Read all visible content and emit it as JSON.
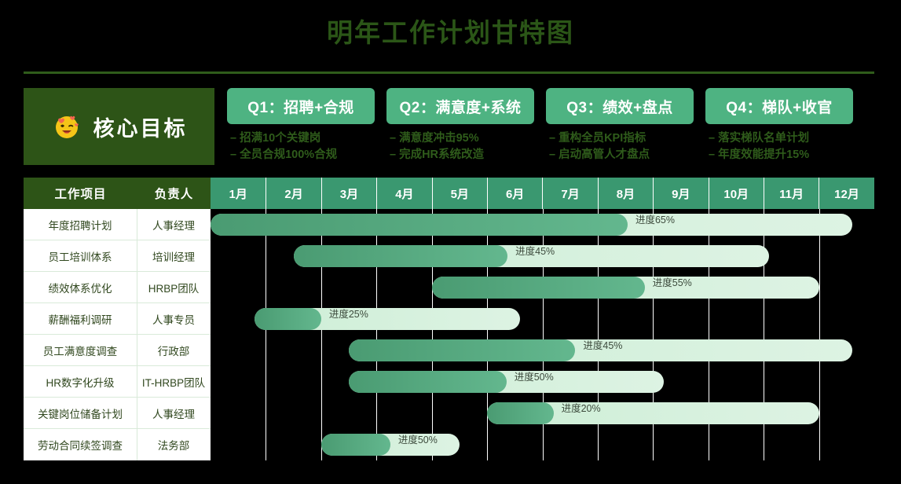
{
  "header": {
    "title": "明年工作计划甘特图"
  },
  "core": {
    "emoji_name": "smiling-face-with-hearts-emoji",
    "label": "核心目标",
    "bg_color": "#2d5417"
  },
  "quarters": [
    {
      "id": "q1",
      "heading": "Q1：招聘+合规",
      "bullets": [
        "招满10个关键岗",
        "全员合规100%合规"
      ]
    },
    {
      "id": "q2",
      "heading": "Q2：满意度+系统",
      "bullets": [
        "满意度冲击95%",
        "完成HR系统改造"
      ]
    },
    {
      "id": "q3",
      "heading": "Q3：绩效+盘点",
      "bullets": [
        "重构全员KPI指标",
        "启动高管人才盘点"
      ]
    },
    {
      "id": "q4",
      "heading": "Q4：梯队+收官",
      "bullets": [
        "落实梯队名单计划",
        "年度效能提升15%"
      ]
    }
  ],
  "table": {
    "col_item": "工作项目",
    "col_owner": "负责人",
    "months": [
      "1月",
      "2月",
      "3月",
      "4月",
      "5月",
      "6月",
      "7月",
      "8月",
      "9月",
      "10月",
      "11月",
      "12月"
    ]
  },
  "chart_data": {
    "type": "bar",
    "title": "明年工作计划甘特图",
    "xlabel": "",
    "ylabel": "",
    "categories": [
      "1月",
      "2月",
      "3月",
      "4月",
      "5月",
      "6月",
      "7月",
      "8月",
      "9月",
      "10月",
      "11月",
      "12月"
    ],
    "grid": true,
    "legend": "none",
    "tasks": [
      {
        "item": "年度招聘计划",
        "owner": "人事经理",
        "start_month": 1.0,
        "end_month": 12.6,
        "progress": 65,
        "progress_label": "进度65%"
      },
      {
        "item": "员工培训体系",
        "owner": "培训经理",
        "start_month": 2.5,
        "end_month": 11.1,
        "progress": 45,
        "progress_label": "进度45%"
      },
      {
        "item": "绩效体系优化",
        "owner": "HRBP团队",
        "start_month": 5.0,
        "end_month": 12.0,
        "progress": 55,
        "progress_label": "进度55%"
      },
      {
        "item": "薪酬福利调研",
        "owner": "人事专员",
        "start_month": 1.8,
        "end_month": 6.6,
        "progress": 25,
        "progress_label": "进度25%"
      },
      {
        "item": "员工满意度调查",
        "owner": "行政部",
        "start_month": 3.5,
        "end_month": 12.6,
        "progress": 45,
        "progress_label": "进度45%"
      },
      {
        "item": "HR数字化升级",
        "owner": "IT-HRBP团队",
        "start_month": 3.5,
        "end_month": 9.2,
        "progress": 50,
        "progress_label": "进度50%"
      },
      {
        "item": "关键岗位储备计划",
        "owner": "人事经理",
        "start_month": 6.0,
        "end_month": 12.0,
        "progress": 20,
        "progress_label": "进度20%"
      },
      {
        "item": "劳动合同续签调查",
        "owner": "法务部",
        "start_month": 3.0,
        "end_month": 5.5,
        "progress": 50,
        "progress_label": "进度50%"
      }
    ],
    "colors": {
      "background": "#000000",
      "title": "#2b5617",
      "header_dark": "#2d5417",
      "header_month": "#3a9870",
      "quarter_card": "#4eb382",
      "bar_track_start": "#cdeed6",
      "bar_track_end": "#ddf3e3",
      "bar_fill_start": "#4a9b72",
      "bar_fill_end": "#63b78e",
      "row_bg": "#ffffff",
      "row_text": "#31481f"
    }
  }
}
